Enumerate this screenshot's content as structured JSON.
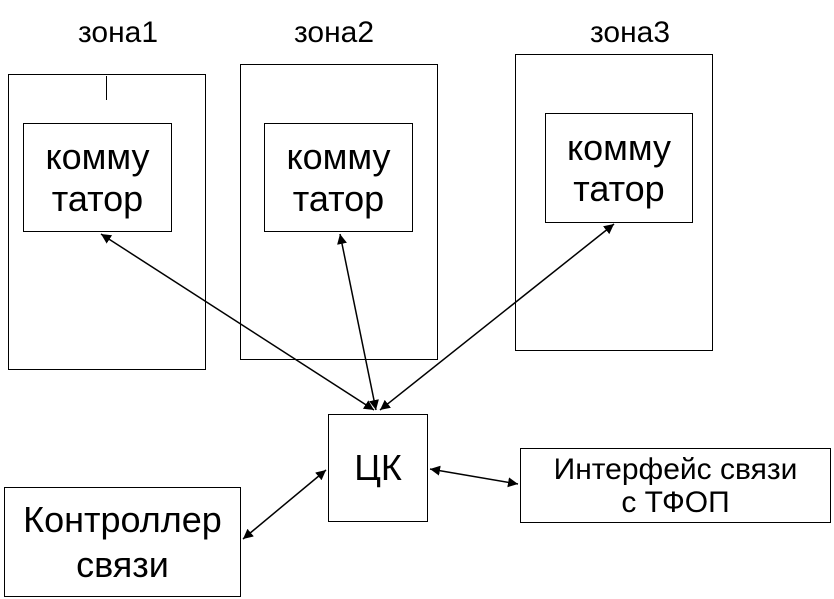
{
  "zones": [
    {
      "label": "зона1",
      "switch": {
        "line1": "комму",
        "line2": "татор"
      }
    },
    {
      "label": "зона2",
      "switch": {
        "line1": "комму",
        "line2": "татор"
      }
    },
    {
      "label": "зона3",
      "switch": {
        "line1": "комму",
        "line2": "татор"
      }
    }
  ],
  "central": {
    "label": "ЦК"
  },
  "controller": {
    "line1": "Контроллер",
    "line2": "связи"
  },
  "interface": {
    "line1": "Интерфейс связи",
    "line2": "с ТФОП"
  }
}
